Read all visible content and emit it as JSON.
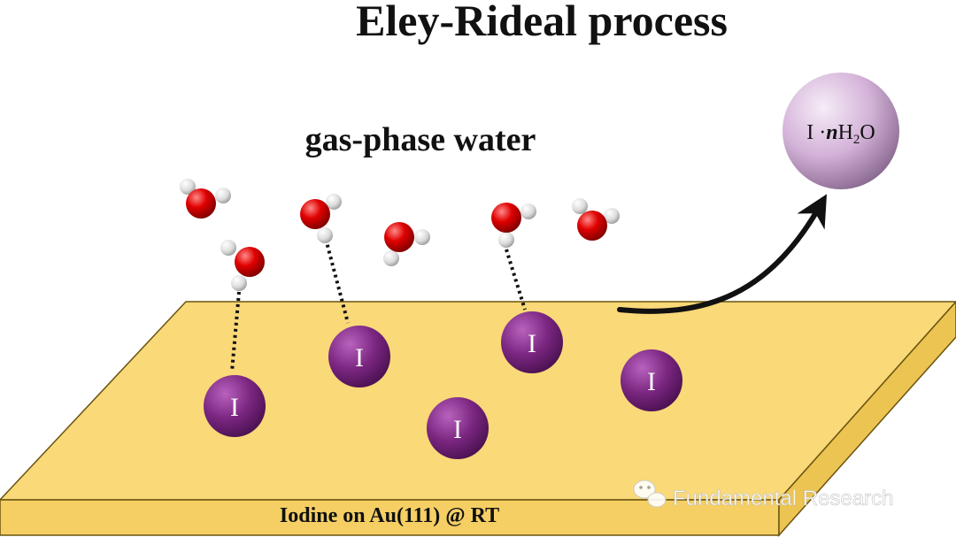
{
  "title": "Eley-Rideal process",
  "gas_label": "gas-phase water",
  "product": {
    "prefix": "I ·",
    "n": "n",
    "h": "H",
    "sub": "2",
    "o": "O"
  },
  "iodine_label": "I",
  "substrate_label": "Iodine on Au(111) @ RT",
  "watermark": "Fundamental Research",
  "colors": {
    "surface_top": "#f9d978",
    "surface_front": "#f5cf64",
    "surface_side": "#ecc452",
    "iodine": "#7a2680",
    "oxygen": "#d90000",
    "hydrogen": "#e6e6e6",
    "product_sphere": "#d6b6da"
  }
}
